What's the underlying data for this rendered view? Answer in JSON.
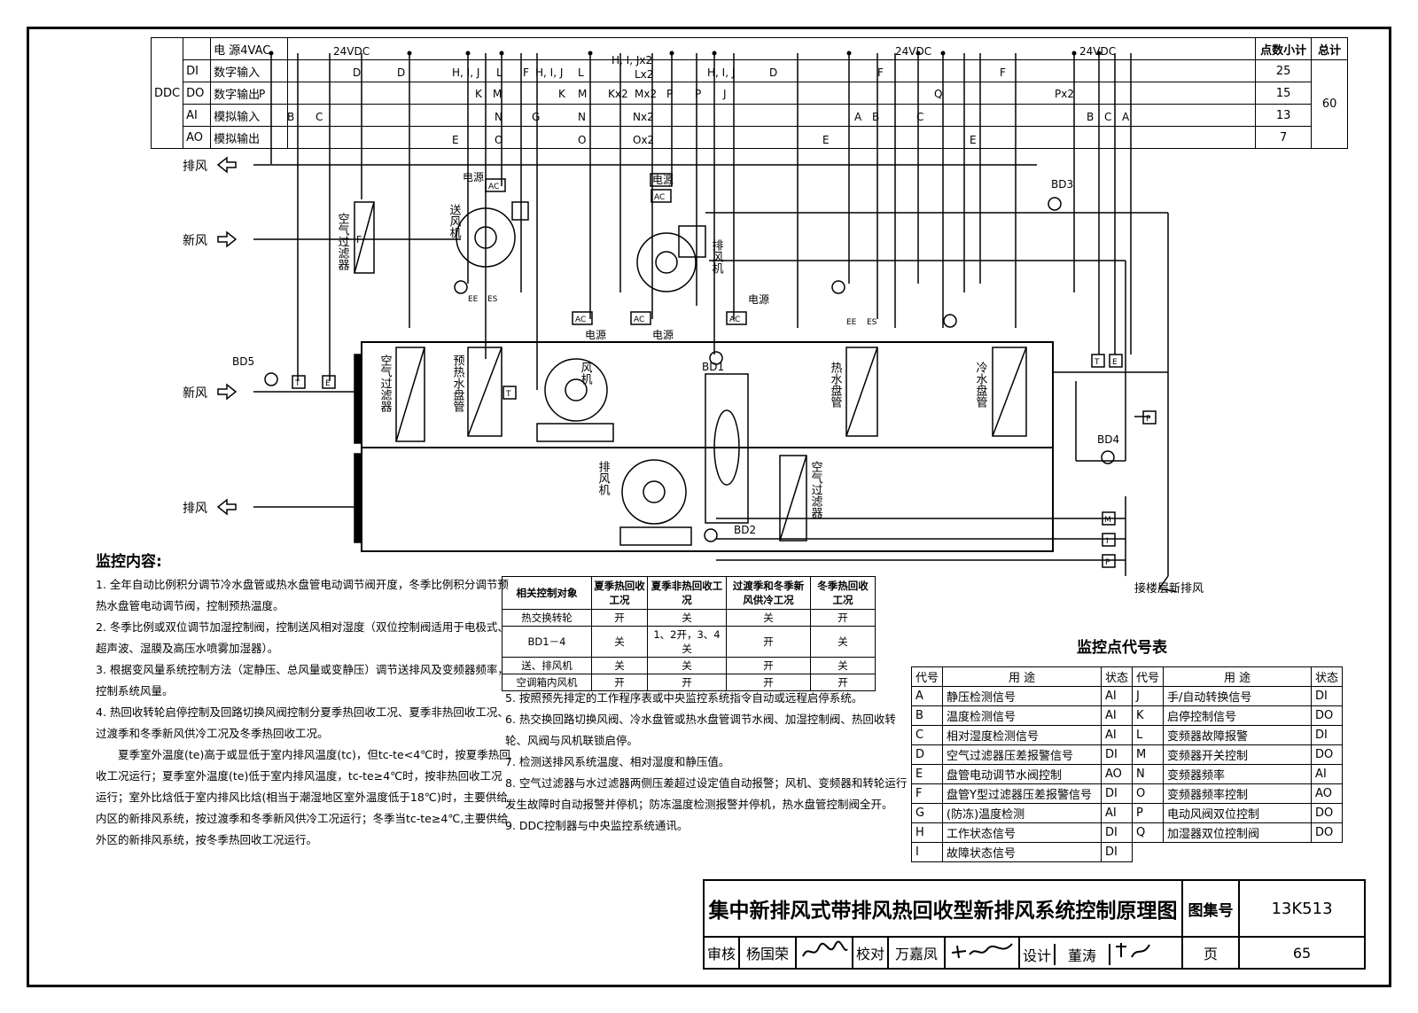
{
  "ddc": {
    "label": "DDC",
    "rows": [
      {
        "code": "",
        "name": "电  源4VAC"
      },
      {
        "code": "DI",
        "name": "数字输入"
      },
      {
        "code": "DO",
        "name": "数字输出"
      },
      {
        "code": "AI",
        "name": "模拟输入"
      },
      {
        "code": "AO",
        "name": "模拟输出"
      }
    ],
    "subtotal_header": "点数小计",
    "total_header": "总计",
    "subtotals": [
      "25",
      "15",
      "13",
      "7"
    ],
    "total": "60",
    "supply_24vdc": "24VDC"
  },
  "signals": {
    "row_di": [
      "D",
      "D",
      "H, I, J",
      "L",
      "F",
      "H, I, J",
      "L",
      "H, I, J",
      "D",
      "F",
      "F"
    ],
    "row_di_top": "H, I, Jx2",
    "row_di_lx2": "Lx2",
    "row_do": [
      "P",
      "K",
      "M",
      "K",
      "M",
      "Kx2",
      "Mx2",
      "P",
      "P",
      "J",
      "Q",
      "Px2"
    ],
    "row_ai": [
      "B",
      "C",
      "N",
      "G",
      "N",
      "Nx2",
      "A",
      "B",
      "C",
      "B",
      "C",
      "A"
    ],
    "row_ao": [
      "E",
      "O",
      "O",
      "Ox2",
      "E",
      "E"
    ]
  },
  "diagram": {
    "exhaust_label": "排风",
    "fresh_label": "新风",
    "power_label": "电源",
    "ac_label": "AC",
    "supply_fan_label": "送风机",
    "exhaust_fan_label": "排风机",
    "air_filter_label": "空气过滤器",
    "preheat_coil_label": "预热水盘管",
    "fan_label": "风机",
    "hot_coil_label": "热水盘管",
    "cold_coil_label": "冷水盘管",
    "bd1": "BD1",
    "bd2": "BD2",
    "bd3": "BD3",
    "bd4": "BD4",
    "bd5": "BD5",
    "connect_label": "接楼层新排风",
    "sensor_t": "T",
    "sensor_e": "E",
    "sensor_p": "P",
    "sensor_m": "M",
    "sensor_i": "I",
    "sensor_f": "F",
    "sensor_ee": "EE",
    "sensor_es": "ES"
  },
  "monitor": {
    "title": "监控内容:",
    "items": [
      "1. 全年自动比例积分调节冷水盘管或热水盘管电动调节阀开度，冬季比例积分调节预热水盘管电动调节阀，控制预热温度。",
      "2. 冬季比例或双位调节加湿控制阀，控制送风相对湿度（双位控制阀适用于电极式、超声波、湿膜及高压水喷雾加湿器）。",
      "3. 根据变风量系统控制方法（定静压、总风量或变静压）调节送排风及变频器频率，控制系统风量。",
      "4. 热回收转轮启停控制及回路切换风阀控制分夏季热回收工况、夏季非热回收工况、过渡季和冬季新风供冷工况及冬季热回收工况。",
      "夏季室外温度(te)高于或显低于室内排风温度(tc)，但tc-te<4℃时，按夏季热回收工况运行；夏季室外温度(te)低于室内排风温度，tc-te≥4℃时，按非热回收工况运行；室外比焓低于室内排风比焓(相当于潮湿地区室外温度低于18℃)时，主要供给内区的新排风系统，按过渡季和冬季新风供冷工况运行；冬季当tc-te≥4℃,主要供给外区的新排风系统，按冬季热回收工况运行。"
    ],
    "items2": [
      "5. 按照预先排定的工作程序表或中央监控系统指令自动或远程启停系统。",
      "6. 热交换回路切换风阀、冷水盘管或热水盘管调节水阀、加湿控制阀、热回收转轮、风阀与风机联锁启停。",
      "7. 检测送排风系统温度、相对湿度和静压值。",
      "8. 空气过滤器与水过滤器两侧压差超过设定值自动报警；风机、变频器和转轮运行发生故障时自动报警并停机；防冻温度检测报警并停机，热水盘管控制阀全开。",
      "9. DDC控制器与中央监控系统通讯。"
    ]
  },
  "condition_table": {
    "headers": [
      "相关控制对象",
      "夏季热回收工况",
      "夏季非热回收工况",
      "过渡季和冬季新风供冷工况",
      "冬季热回收工况"
    ],
    "rows": [
      [
        "热交换转轮",
        "开",
        "关",
        "关",
        "开"
      ],
      [
        "BD1－4",
        "关",
        "1、2开，3、4关",
        "开",
        "关"
      ],
      [
        "送、排风机",
        "关",
        "关",
        "开",
        "关"
      ],
      [
        "空调箱内风机",
        "开",
        "开",
        "开",
        "开"
      ]
    ]
  },
  "code_table": {
    "title": "监控点代号表",
    "headers": [
      "代号",
      "用  途",
      "状态",
      "代号",
      "用  途",
      "状态"
    ],
    "rows": [
      [
        "A",
        "静压检测信号",
        "AI",
        "J",
        "手/自动转换信号",
        "DI"
      ],
      [
        "B",
        "温度检测信号",
        "AI",
        "K",
        "启停控制信号",
        "DO"
      ],
      [
        "C",
        "相对湿度检测信号",
        "AI",
        "L",
        "变频器故障报警",
        "DI"
      ],
      [
        "D",
        "空气过滤器压差报警信号",
        "DI",
        "M",
        "变频器开关控制",
        "DO"
      ],
      [
        "E",
        "盘管电动调节水阀控制",
        "AO",
        "N",
        "变频器频率",
        "AI"
      ],
      [
        "F",
        "盘管Y型过滤器压差报警信号",
        "DI",
        "O",
        "变频器频率控制",
        "AO"
      ],
      [
        "G",
        "(防冻)温度检测",
        "AI",
        "P",
        "电动风阀双位控制",
        "DO"
      ],
      [
        "H",
        "工作状态信号",
        "DI",
        "Q",
        "加湿器双位控制阀",
        "DO"
      ],
      [
        "I",
        "故障状态信号",
        "DI",
        "",
        "",
        ""
      ]
    ]
  },
  "title_block": {
    "title": "集中新排风式带排风热回收型新排风系统控制原理图",
    "atlas_label": "图集号",
    "atlas_no": "13K513",
    "review_label": "审核",
    "reviewer": "杨国荣",
    "check_label": "校对",
    "checker": "万嘉凤",
    "design_label": "设计",
    "designer": "董涛",
    "page_label": "页",
    "page_no": "65"
  }
}
